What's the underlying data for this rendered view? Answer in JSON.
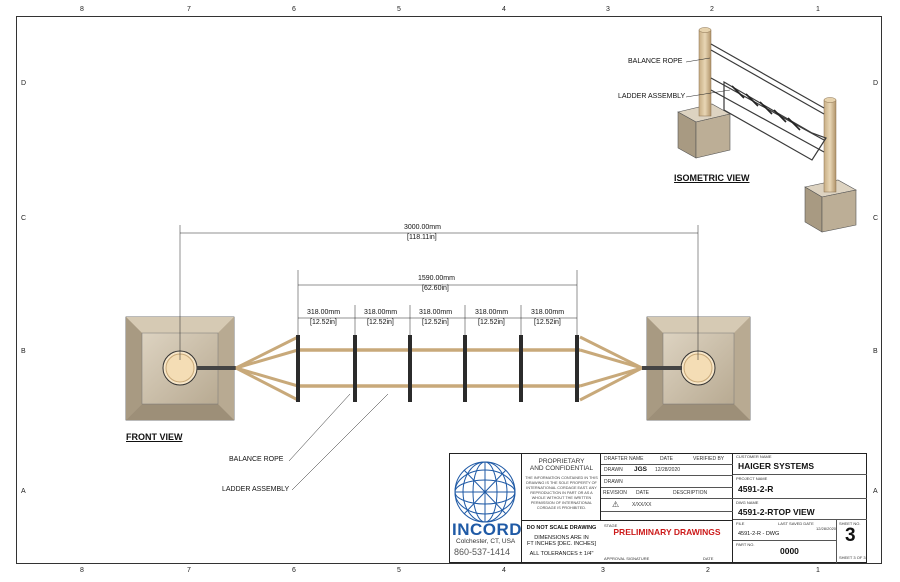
{
  "grid": {
    "cols": [
      "8",
      "7",
      "6",
      "5",
      "4",
      "3",
      "2",
      "1"
    ],
    "rows": [
      "D",
      "C",
      "B",
      "A"
    ]
  },
  "views": {
    "front_view": "FRONT VIEW",
    "isometric_view": "ISOMETRIC VIEW"
  },
  "callouts": {
    "balance_rope": "BALANCE ROPE",
    "ladder_assembly": "LADDER ASSEMBLY",
    "iso_balance_rope": "BALANCE ROPE",
    "iso_ladder_assembly": "LADDER ASSEMBLY"
  },
  "dimensions": {
    "overall_mm": "3000.00mm",
    "overall_in": "[118.11in]",
    "ladder_mm": "1590.00mm",
    "ladder_in": "[62.60in]",
    "spacing": [
      {
        "mm": "318.00mm",
        "in": "[12.52in]"
      },
      {
        "mm": "318.00mm",
        "in": "[12.52in]"
      },
      {
        "mm": "318.00mm",
        "in": "[12.52in]"
      },
      {
        "mm": "318.00mm",
        "in": "[12.52in]"
      },
      {
        "mm": "318.00mm",
        "in": "[12.52in]"
      }
    ]
  },
  "title_block": {
    "proprietary_title": "PROPRIETARY\nAND CONFIDENTIAL",
    "proprietary_text": "THE INFORMATION CONTAINED IN THIS DRAWING IS THE SOLE PROPERTY OF INTERNATIONAL CORDAGE EAST. ANY REPRODUCTION IN PART OR AS A WHOLE WITHOUT THE WRITTEN PERMISSION OF INTERNATIONAL CORDAGE IS PROHIBITED.",
    "do_not_scale": "DO NOT SCALE DRAWING",
    "dims_in": "DIMENSIONS ARE IN\nFT INCHES [DEC. INCHES]",
    "tolerances": "ALL TOLERANCES ± 1/4\"",
    "company": "INCORD",
    "location": "Colchester, CT, USA",
    "phone": "860-537-1414",
    "drafter_name_hdr": "DRAFTER NAME",
    "date_hdr": "DATE",
    "verified_hdr": "VERIFIED BY",
    "drawn1": "DRAWN",
    "drafter": "JGS",
    "drawn_date": "12/28/2020",
    "drawn2": "DRAWN",
    "revision_hdr": "REVISION",
    "rev_date_hdr": "DATE",
    "description_hdr": "DESCRIPTION",
    "rev_date": "X/XX/XX",
    "stage_lbl": "STAGE",
    "stage": "PRELIMINARY DRAWINGS",
    "approval_lbl": "APPROVAL SIGNATURE",
    "approval_date_lbl": "DATE",
    "customer_lbl": "CUSTOMER NAME",
    "customer": "HAIGER SYSTEMS",
    "project_lbl": "PROJECT NAME",
    "project": "4591-2-R",
    "dwg_lbl": "DWG NAME",
    "dwg": "4591-2-RTOP VIEW",
    "file_lbl": "FILE",
    "file": "4591-2-R - DWG",
    "last_saved_lbl": "LAST SAVED DATE",
    "last_saved": "12/28/2020",
    "sheet_lbl": "SHEET NO.",
    "sheet": "3",
    "part_lbl": "PART NO.",
    "part": "0000",
    "sheets_of": "SHEET 3 OF 3"
  },
  "colors": {
    "concrete": "#cfc3ae",
    "concrete_dark": "#a89a82",
    "rope": "#c8a97a",
    "rung": "#2b2b2b",
    "stage_red": "#cc1a1a",
    "logo_blue": "#1f5aa6"
  }
}
